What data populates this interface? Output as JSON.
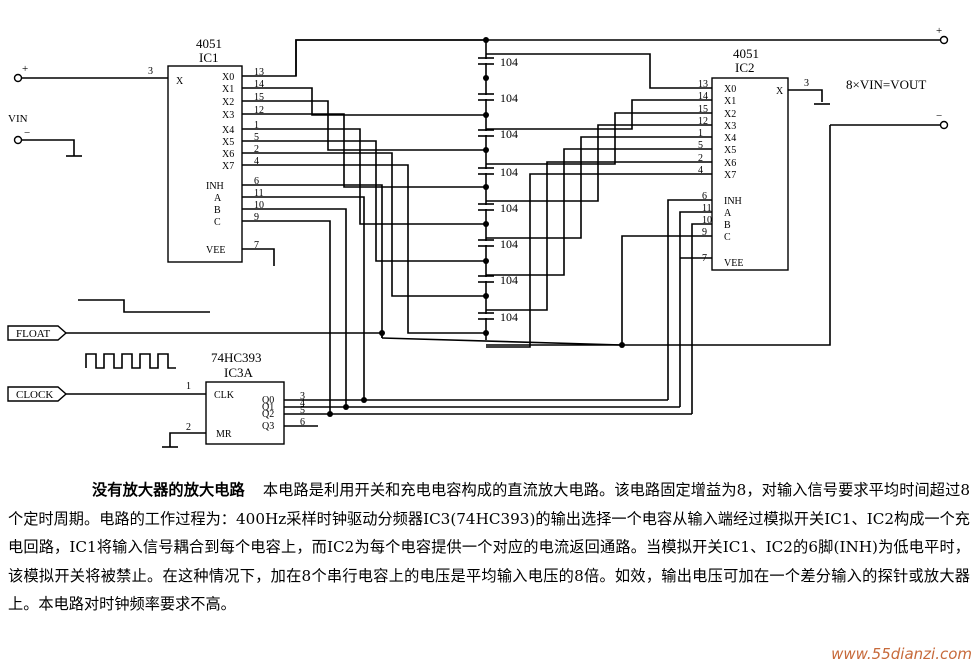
{
  "ic1": {
    "part": "4051",
    "ref": "IC1",
    "x_pin_num": "3",
    "x_label": "X",
    "outputs": [
      {
        "label": "X0",
        "pin": "13"
      },
      {
        "label": "X1",
        "pin": "14"
      },
      {
        "label": "X2",
        "pin": "15"
      },
      {
        "label": "X3",
        "pin": "12"
      },
      {
        "label": "X4",
        "pin": "1"
      },
      {
        "label": "X5",
        "pin": "5"
      },
      {
        "label": "X6",
        "pin": "2"
      },
      {
        "label": "X7",
        "pin": "4"
      }
    ],
    "controls": [
      {
        "label": "INH",
        "pin": "6"
      },
      {
        "label": "A",
        "pin": "11"
      },
      {
        "label": "B",
        "pin": "10"
      },
      {
        "label": "C",
        "pin": "9"
      },
      {
        "label": "VEE",
        "pin": "7"
      }
    ]
  },
  "ic2": {
    "part": "4051",
    "ref": "IC2",
    "x_pin_num": "3",
    "x_label": "X",
    "inputs": [
      {
        "label": "X0",
        "pin": "13"
      },
      {
        "label": "X1",
        "pin": "14"
      },
      {
        "label": "X2",
        "pin": "15"
      },
      {
        "label": "X3",
        "pin": "12"
      },
      {
        "label": "X4",
        "pin": "1"
      },
      {
        "label": "X5",
        "pin": "5"
      },
      {
        "label": "X6",
        "pin": "2"
      },
      {
        "label": "X7",
        "pin": "4"
      }
    ],
    "controls": [
      {
        "label": "INH",
        "pin": "6"
      },
      {
        "label": "A",
        "pin": "11"
      },
      {
        "label": "B",
        "pin": "10"
      },
      {
        "label": "C",
        "pin": "9"
      },
      {
        "label": "VEE",
        "pin": "7"
      }
    ]
  },
  "ic3": {
    "part": "74HC393",
    "ref": "IC3A",
    "clk_label": "CLK",
    "clk_pin": "1",
    "mr_label": "MR",
    "mr_pin": "2",
    "outputs": [
      {
        "label": "Q0",
        "pin": "3"
      },
      {
        "label": "Q1",
        "pin": "4"
      },
      {
        "label": "Q2",
        "pin": "5"
      },
      {
        "label": "Q3",
        "pin": "6"
      }
    ]
  },
  "capacitor_labels": [
    "104",
    "104",
    "104",
    "104",
    "104",
    "104",
    "104",
    "104"
  ],
  "signals": {
    "vin": "VIN",
    "vin_plus": "+",
    "vin_minus": "−",
    "out_plus": "+",
    "out_minus": "−",
    "gain_eq": "8×VIN=VOUT",
    "float": "FLOAT",
    "clock": "CLOCK"
  },
  "caption": {
    "title": "没有放大器的放大电路",
    "body": "本电路是利用开关和充电电容构成的直流放大电路。该电路固定增益为8，对输入信号要求平均时间超过8个定时周期。电路的工作过程为：400Hz采样时钟驱动分频器IC3(74HC393)的输出选择一个电容从输入端经过模拟开关IC1、IC2构成一个充电回路，IC1将输入信号耦合到每个电容上，而IC2为每个电容提供一个对应的电流返回通路。当模拟开关IC1、IC2的6脚(INH)为低电平时，该模拟开关将被禁止。在这种情况下，加在8个串行电容上的电压是平均输入电压的8倍。如效，输出电压可加在一个差分输入的探针或放大器上。本电路对时钟频率要求不高。"
  },
  "watermark": "www.55dianzi.com"
}
